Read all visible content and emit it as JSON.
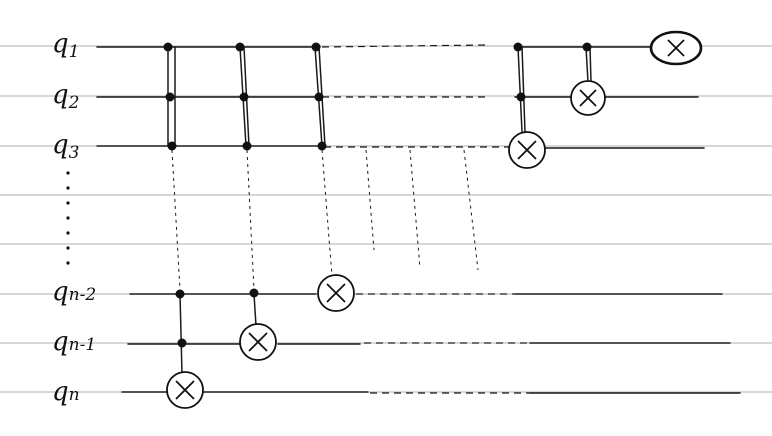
{
  "diagram": {
    "qubit_labels": [
      {
        "base": "q",
        "sub": "1"
      },
      {
        "base": "q",
        "sub": "2"
      },
      {
        "base": "q",
        "sub": "3"
      },
      {
        "base": "q",
        "sub": "n-2"
      },
      {
        "base": "q",
        "sub": "n-1"
      },
      {
        "base": "q",
        "sub": "n"
      }
    ],
    "colors": {
      "ink": "#111111",
      "ruled_lines": "#9fb3c4",
      "paper": "#ffffff"
    }
  }
}
